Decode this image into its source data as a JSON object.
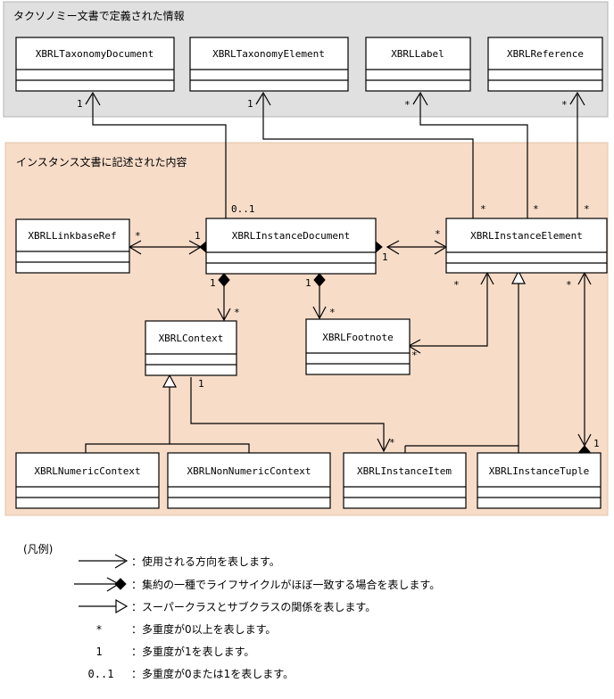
{
  "diagram": {
    "title_taxonomy_panel": "タクソノミー文書で定義された情報",
    "title_instance_panel": "インスタンス文書に記述された内容",
    "colors": {
      "taxonomy_panel_fill": "#e0e0e0",
      "instance_panel_fill": "#f7dcc8",
      "class_box_fill": "#ffffff",
      "stroke": "#000000",
      "page_background": "#ffffff"
    },
    "classes": {
      "taxonomy_document": "XBRLTaxonomyDocument",
      "taxonomy_element": "XBRLTaxonomyElement",
      "label": "XBRLLabel",
      "reference": "XBRLReference",
      "linkbase_ref": "XBRLLinkbaseRef",
      "instance_document": "XBRLInstanceDocument",
      "instance_element": "XBRLInstanceElement",
      "context": "XBRLContext",
      "footnote": "XBRLFootnote",
      "numeric_context": "XBRLNumericContext",
      "non_numeric_context": "XBRLNonNumericContext",
      "instance_item": "XBRLInstanceItem",
      "instance_tuple": "XBRLInstanceTuple"
    },
    "multiplicities": {
      "taxonomy_document_end": "1",
      "taxonomy_element_end": "1",
      "label_end": "*",
      "reference_end": "*",
      "linkbase_ref_end": "*",
      "instance_document_to_linkbase": "1",
      "instance_document_top": "0..1",
      "instance_document_right": "1",
      "instance_element_left": "*",
      "instance_element_top_a": "*",
      "instance_element_top_b": "*",
      "instance_element_top_c": "*",
      "instance_element_bottom_footnote": "*",
      "instance_element_bottom_tuple": "*",
      "context_owner": "1",
      "context_end": "*",
      "footnote_owner": "1",
      "footnote_end": "*",
      "footnote_right": "*",
      "context_item_end": "1",
      "instance_item_end": "*",
      "instance_tuple_end": "1"
    }
  },
  "legend": {
    "heading": "(凡例)",
    "rows": [
      {
        "symbol": "arrow",
        "text": "：使用される方向を表します。"
      },
      {
        "symbol": "arrow-diamond",
        "text": "：集約の一種でライフサイクルがほぼ一致する場合を表します。"
      },
      {
        "symbol": "arrow-triangle",
        "text": "：スーパークラスとサブクラスの関係を表します。"
      },
      {
        "symbol": "*",
        "text": "：多重度が0以上を表します。"
      },
      {
        "symbol": "1",
        "text": "：多重度が1を表します。"
      },
      {
        "symbol": "0..1",
        "text": "：多重度が0または1を表します。"
      }
    ]
  }
}
